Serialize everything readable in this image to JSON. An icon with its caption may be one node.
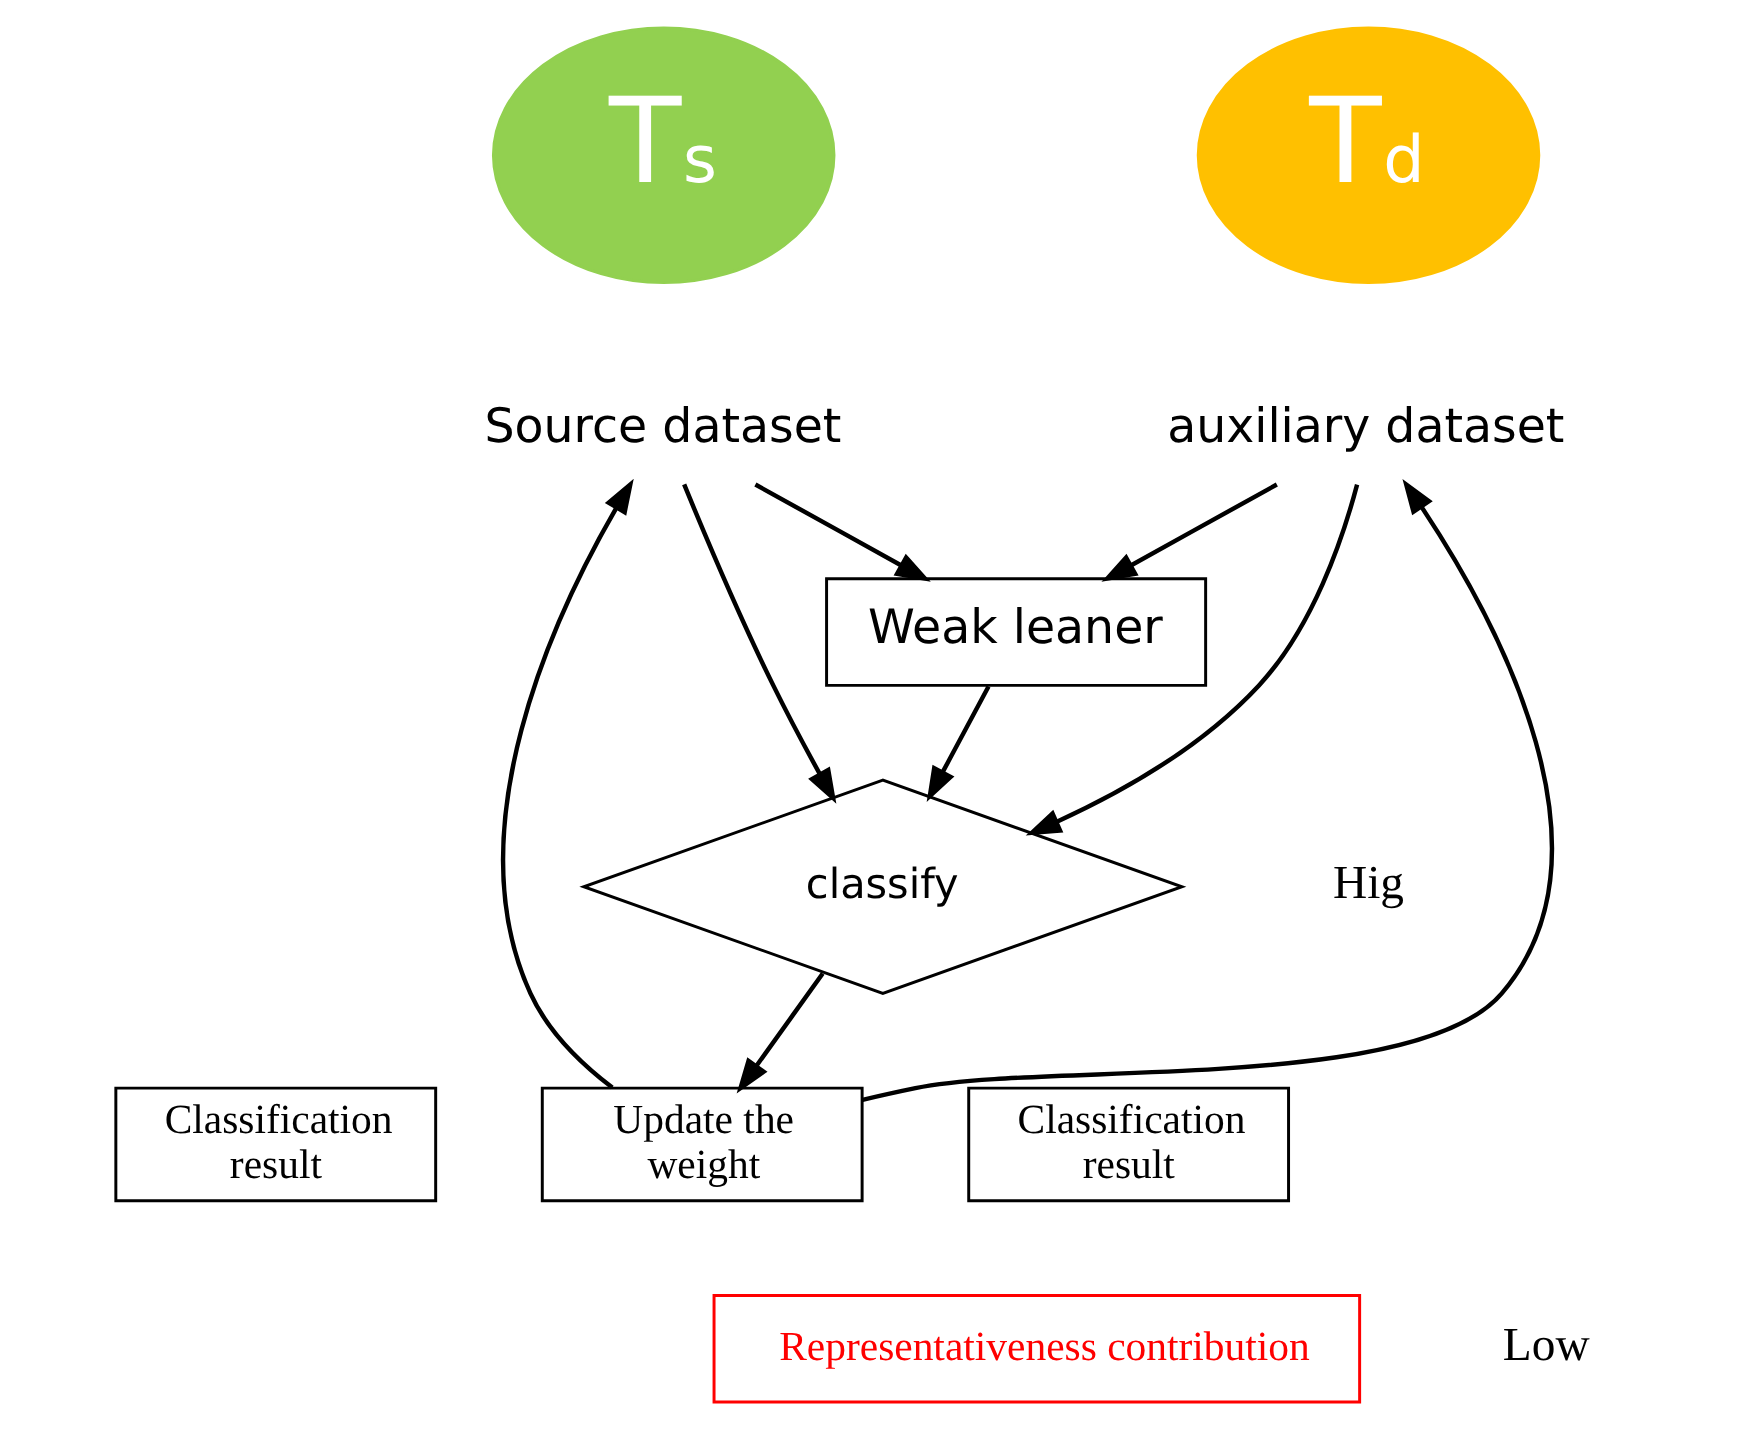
{
  "diagram": {
    "nodes": [
      {
        "text": [
          "T$_{s}$"
        ]
      },
      {
        "text": [
          "T$_{d}$"
        ]
      },
      {
        "text": [
          "Source dataset"
        ]
      },
      {
        "text": [
          "auxiliary dataset"
        ]
      },
      {
        "text": [
          "Weak leaner"
        ]
      },
      {
        "text": [
          "classify"
        ]
      },
      {
        "text": [
          "Update the weight"
        ]
      },
      {
        "text": [
          "Classification result"
        ]
      },
      {
        "text": [
          "Classification result"
        ]
      },
      {
        "text": [
          "Representativeness contribution"
        ]
      }
    ],
    "edges": [
      {
        "from": 2,
        "to": 4,
        "arrow": "to"
      },
      {
        "from": 3,
        "to": 4,
        "arrow": "to"
      },
      {
        "from": 4,
        "to": 5,
        "arrow": "to"
      },
      {
        "from": 2,
        "to": 5,
        "arrow": "to"
      },
      {
        "from": 3,
        "to": 5,
        "arrow": "to"
      },
      {
        "from": 5,
        "to": 6,
        "arrow": "to"
      },
      {
        "from": 6,
        "to": 2,
        "arrow": "to"
      },
      {
        "from": 6,
        "to": 3,
        "arrow": "to"
      }
    ],
    "labels": [
      "Hig",
      "Low"
    ]
  }
}
